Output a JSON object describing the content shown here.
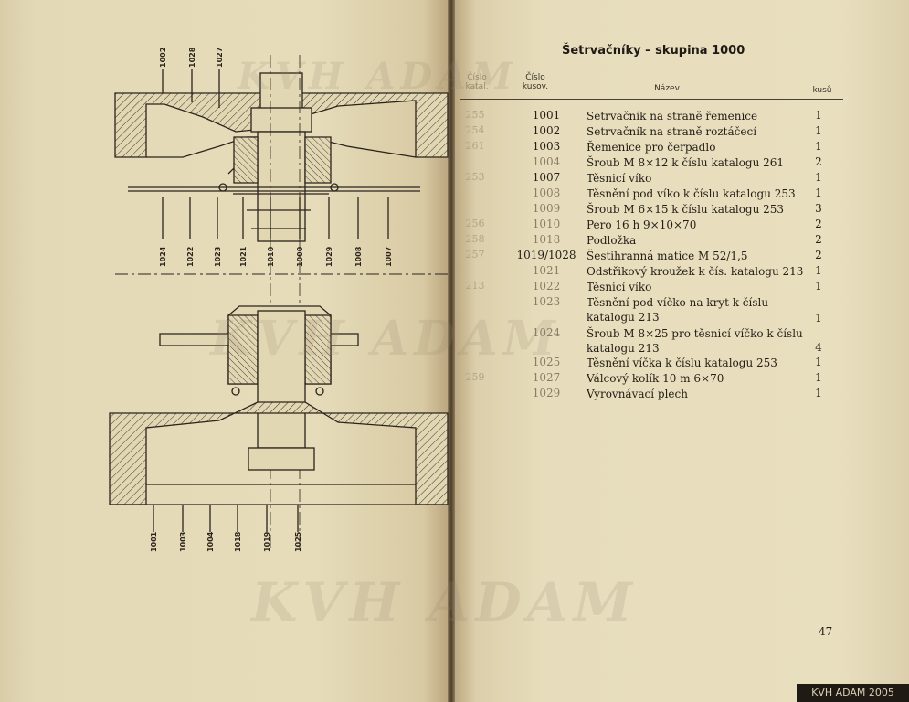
{
  "page": {
    "title": "Šetrvačníky – skupina 1000",
    "page_number": "47",
    "watermark": "KVH ADAM",
    "corner_label": "KVH ADAM 2005"
  },
  "table": {
    "headers": {
      "catalog": "Číslo katal.",
      "kusov": "Číslo kusov.",
      "name": "Název",
      "qty": "kusů"
    },
    "rows": [
      {
        "cat": "255",
        "kus": "1001",
        "name": "Setrvačník na straně řemenice",
        "qty": "1"
      },
      {
        "cat": "254",
        "kus": "1002",
        "name": "Setrvačník na straně roztáčecí",
        "qty": "1"
      },
      {
        "cat": "261",
        "kus": "1003",
        "name": "Řemenice pro čerpadlo",
        "qty": "1"
      },
      {
        "cat": "",
        "kus": "1004",
        "name": "Šroub M 8⨯12 k číslu katalogu 261",
        "qty": "2"
      },
      {
        "cat": "253",
        "kus": "1007",
        "name": "Těsnicí víko",
        "qty": "1"
      },
      {
        "cat": "",
        "kus": "1008",
        "name": "Těsnění pod víko k číslu katalogu 253",
        "qty": "1"
      },
      {
        "cat": "",
        "kus": "1009",
        "name": "Šroub M 6⨯15 k číslu katalogu 253",
        "qty": "3"
      },
      {
        "cat": "256",
        "kus": "1010",
        "name": "Pero 16 h 9⨯10⨯70",
        "qty": "2"
      },
      {
        "cat": "258",
        "kus": "1018",
        "name": "Podložka",
        "qty": "2"
      },
      {
        "cat": "257",
        "kus": "1019/1028",
        "name": "Šestihranná matice M 52/1,5",
        "qty": "2"
      },
      {
        "cat": "",
        "kus": "1021",
        "name": "Odstřikový kroužek k čís. katalogu 213",
        "qty": "1"
      },
      {
        "cat": "213",
        "kus": "1022",
        "name": "Těsnicí víko",
        "qty": "1"
      },
      {
        "cat": "",
        "kus": "1023",
        "name": "Těsnění pod víčko na kryt k číslu katalogu 213",
        "qty": "1"
      },
      {
        "cat": "",
        "kus": "1024",
        "name": "Šroub M 8⨯25 pro těsnicí víčko k číslu katalogu 213",
        "qty": "4"
      },
      {
        "cat": "",
        "kus": "1025",
        "name": "Těsnění víčka k číslu katalogu 253",
        "qty": "1"
      },
      {
        "cat": "259",
        "kus": "1027",
        "name": "Válcový kolík 10 m 6⨯70",
        "qty": "1"
      },
      {
        "cat": "",
        "kus": "1029",
        "name": "Vyrovnávací plech",
        "qty": "1"
      }
    ]
  },
  "drawing": {
    "callouts_top": [
      "1002",
      "1028",
      "1027"
    ],
    "callouts_mid": [
      "1024",
      "1022",
      "1023",
      "1021",
      "1010",
      "1000",
      "1029",
      "1008",
      "1007"
    ],
    "callouts_bottom": [
      "1001",
      "1003",
      "1004",
      "1018",
      "1019",
      "1025"
    ]
  }
}
